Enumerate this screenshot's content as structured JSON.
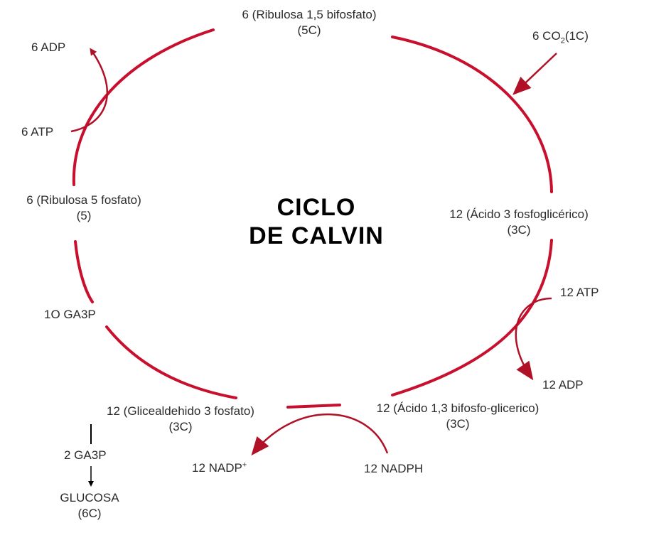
{
  "title": {
    "line1": "CICLO",
    "line2": "DE CALVIN"
  },
  "stages": {
    "rubp": {
      "name": "6 (Ribulosa 1,5 bifosfato)",
      "carbons": "(5C)"
    },
    "pga": {
      "name": "12 (Ácido 3 fosfoglicérico)",
      "carbons": "(3C)"
    },
    "bpga": {
      "name": "12 (Ácido 1,3 bifosfo-glicerico)",
      "carbons": "(3C)"
    },
    "g3p": {
      "name": "12 (Glicealdehido 3 fosfato)",
      "carbons": "(3C)"
    },
    "ga3p_recycled": {
      "name": "1O GA3P"
    },
    "ru5p": {
      "name": "6 (Ribulosa 5 fosfato)",
      "carbons": "(5)"
    }
  },
  "inputs": {
    "co2": {
      "prefix": "6 CO",
      "subscript": "2",
      "suffix": "(1C)"
    },
    "atp_top": "6 ATP",
    "adp_top": "6 ADP",
    "atp_right": "12  ATP",
    "adp_right": "12  ADP",
    "nadph": "12 NADPH",
    "nadp": {
      "text": "12 NADP",
      "superscript": "+"
    }
  },
  "output_chain": {
    "ga3p": "2 GA3P",
    "glucose": "GLUCOSA",
    "glucose_carbons": "(6C)"
  },
  "colors": {
    "cycle": "#c8102e",
    "arrow": "#b01126",
    "connector": "#000000"
  }
}
